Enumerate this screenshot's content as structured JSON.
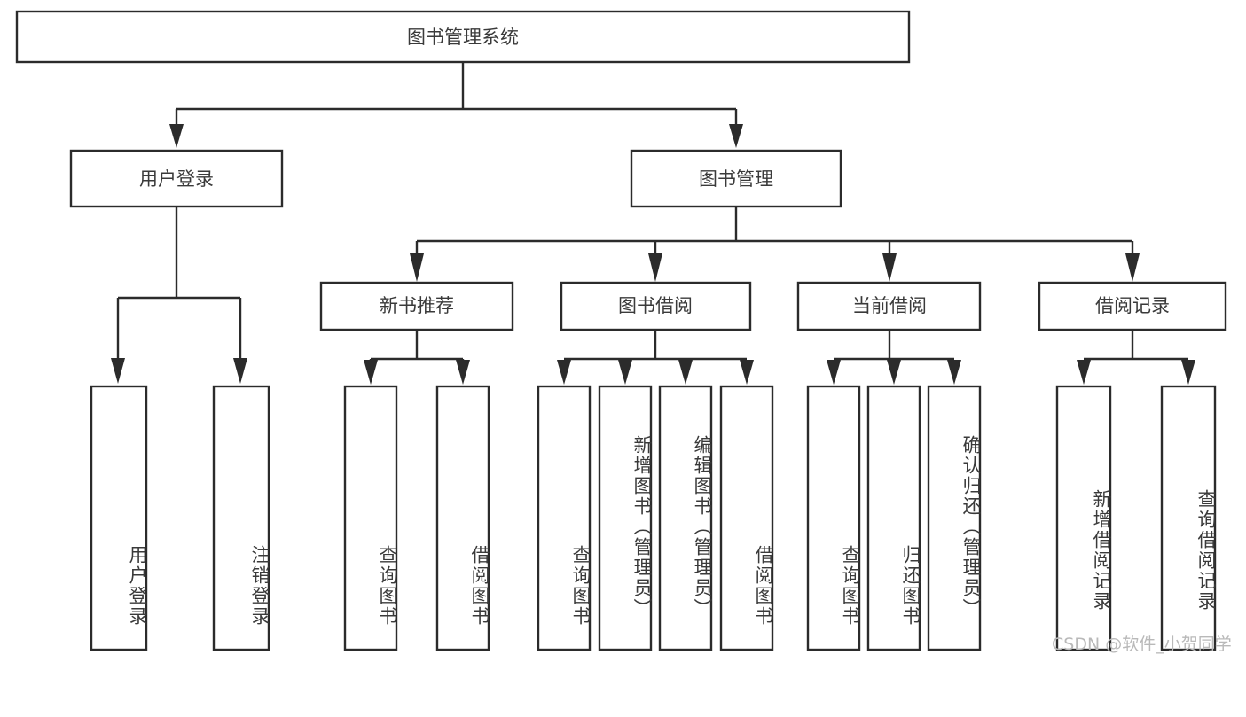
{
  "diagram": {
    "type": "hierarchy-tree",
    "title": "图书管理系统",
    "watermark": "CSDN @软件_小贺同学",
    "colors": {
      "stroke": "#2b2b2b",
      "fill": "#ffffff",
      "text": "#3a3a3a",
      "watermark": "#b9b9b9"
    },
    "levels": {
      "root": {
        "label": "图书管理系统"
      },
      "level2": [
        {
          "label": "用户登录"
        },
        {
          "label": "图书管理"
        }
      ],
      "level3": [
        {
          "label": "新书推荐"
        },
        {
          "label": "图书借阅"
        },
        {
          "label": "当前借阅"
        },
        {
          "label": "借阅记录"
        }
      ],
      "leaves": {
        "user_login": [
          {
            "label": "用户登录"
          },
          {
            "label": "注销登录"
          }
        ],
        "new_book_recommend": [
          {
            "label": "查询图书"
          },
          {
            "label": "借阅图书"
          }
        ],
        "book_borrow": [
          {
            "label": "查询图书"
          },
          {
            "label": "新增图书（管理员）"
          },
          {
            "label": "编辑图书（管理员）"
          },
          {
            "label": "借阅图书"
          }
        ],
        "current_borrow": [
          {
            "label": "查询图书"
          },
          {
            "label": "归还图书"
          },
          {
            "label": "确认归还（管理员）"
          }
        ],
        "borrow_record": [
          {
            "label": "新增借阅记录"
          },
          {
            "label": "查询借阅记录"
          }
        ]
      }
    }
  }
}
